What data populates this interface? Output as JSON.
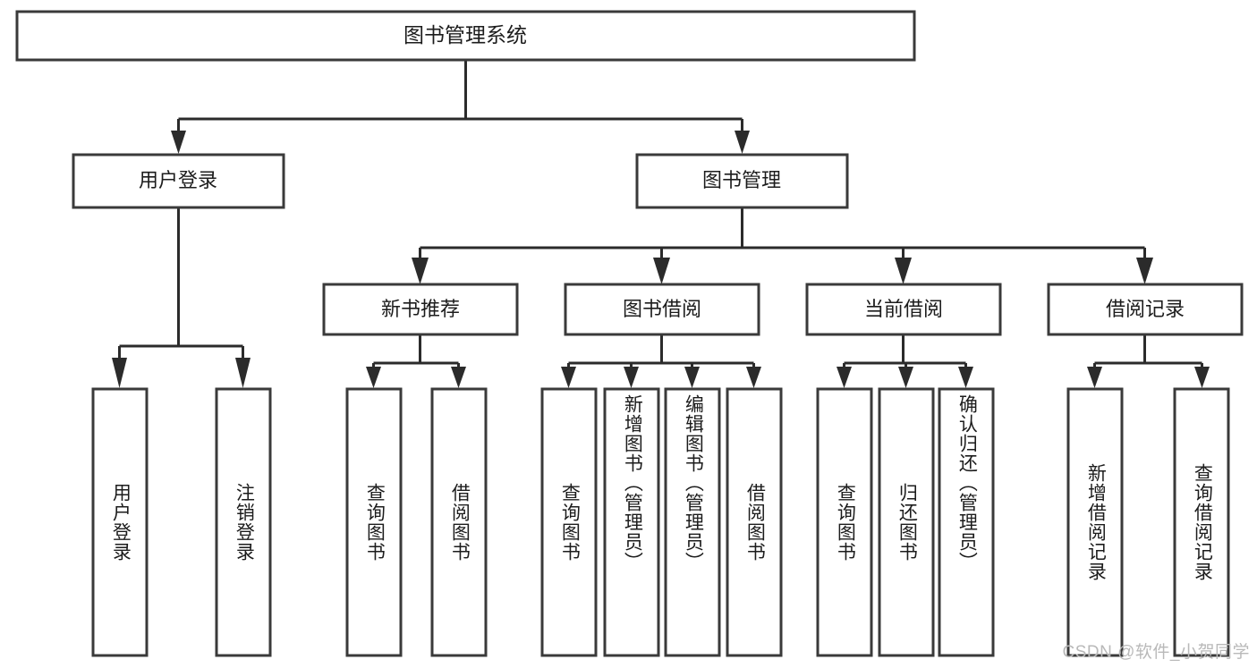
{
  "diagram": {
    "type": "hierarchy-tree",
    "title": "图书管理系统",
    "watermark": "CSDN @软件_小贺同学",
    "levels": {
      "root": {
        "label": "图书管理系统"
      },
      "level2": [
        {
          "id": "user-login",
          "label": "用户登录"
        },
        {
          "id": "book-manage",
          "label": "图书管理"
        }
      ],
      "level3": [
        {
          "id": "new-book-recommend",
          "label": "新书推荐",
          "parent": "book-manage"
        },
        {
          "id": "book-borrow",
          "label": "图书借阅",
          "parent": "book-manage"
        },
        {
          "id": "current-borrow",
          "label": "当前借阅",
          "parent": "book-manage"
        },
        {
          "id": "borrow-record",
          "label": "借阅记录",
          "parent": "book-manage"
        }
      ],
      "leaves": [
        {
          "id": "leaf-user-login",
          "label": "用户登录",
          "parent": "user-login"
        },
        {
          "id": "leaf-logout-login",
          "label": "注销登录",
          "parent": "user-login"
        },
        {
          "id": "leaf-query-book-1",
          "label": "查询图书",
          "parent": "new-book-recommend"
        },
        {
          "id": "leaf-borrow-book-1",
          "label": "借阅图书",
          "parent": "new-book-recommend"
        },
        {
          "id": "leaf-query-book-2",
          "label": "查询图书",
          "parent": "book-borrow"
        },
        {
          "id": "leaf-add-book",
          "label": "新增图书（管理员）",
          "parent": "book-borrow"
        },
        {
          "id": "leaf-edit-book",
          "label": "编辑图书（管理员）",
          "parent": "book-borrow"
        },
        {
          "id": "leaf-borrow-book-2",
          "label": "借阅图书",
          "parent": "book-borrow"
        },
        {
          "id": "leaf-query-book-3",
          "label": "查询图书",
          "parent": "current-borrow"
        },
        {
          "id": "leaf-return-book",
          "label": "归还图书",
          "parent": "current-borrow"
        },
        {
          "id": "leaf-confirm-return",
          "label": "确认归还（管理员）",
          "parent": "current-borrow"
        },
        {
          "id": "leaf-add-record",
          "label": "新增借阅记录",
          "parent": "borrow-record"
        },
        {
          "id": "leaf-query-record",
          "label": "查询借阅记录",
          "parent": "borrow-record"
        }
      ]
    },
    "colors": {
      "box_stroke": "#3a3a3a",
      "box_fill": "#ffffff",
      "connector": "#2b2b2b",
      "text": "#1c1c1c",
      "watermark": "#b9b9b9",
      "background": "#ffffff"
    }
  }
}
